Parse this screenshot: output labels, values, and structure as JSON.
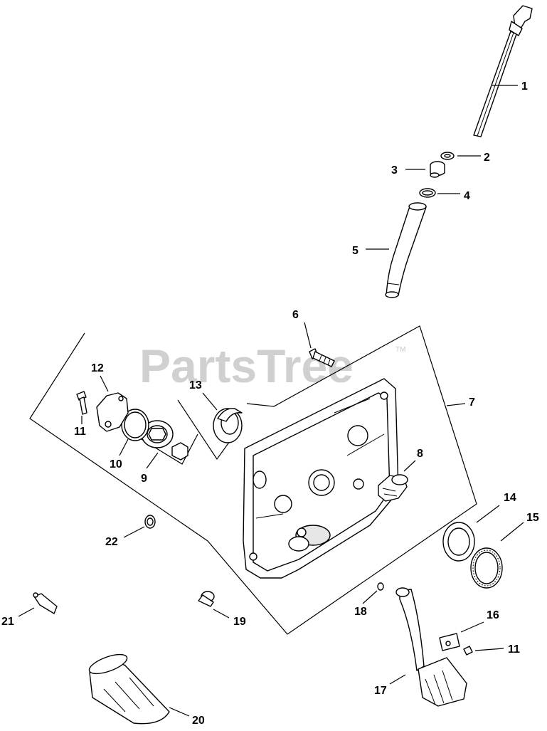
{
  "watermark": {
    "text": "PartsTree",
    "trademark": "TM"
  },
  "callouts": [
    "1",
    "2",
    "3",
    "4",
    "5",
    "6",
    "7",
    "8",
    "9",
    "10",
    "11",
    "12",
    "13",
    "14",
    "15",
    "16",
    "11",
    "17",
    "18",
    "19",
    "20",
    "21",
    "22"
  ]
}
